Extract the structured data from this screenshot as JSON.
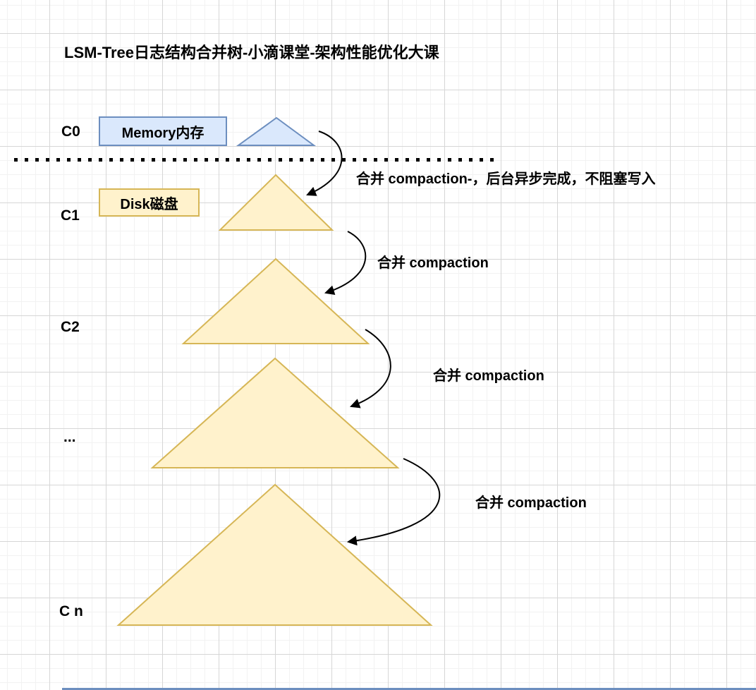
{
  "title": "LSM-Tree日志结构合并树-小滴课堂-架构性能优化大课",
  "legend": {
    "memory_label": "Memory内存",
    "disk_label": "Disk磁盘"
  },
  "levels": [
    {
      "label": "C0",
      "tier": "memory"
    },
    {
      "label": "C1",
      "tier": "disk"
    },
    {
      "label": "C2",
      "tier": "disk"
    },
    {
      "label": "...",
      "tier": "disk"
    },
    {
      "label": "C n",
      "tier": "disk"
    }
  ],
  "annotations": {
    "first_compaction": "合并 compaction-，后台异步完成，不阻塞写入",
    "compaction": "合并 compaction"
  },
  "colors": {
    "memory_fill": "#dae8fc",
    "memory_stroke": "#6c8ebf",
    "disk_fill": "#fff2cc",
    "disk_stroke": "#d6b656",
    "arrow": "#000000",
    "text": "#000000"
  }
}
